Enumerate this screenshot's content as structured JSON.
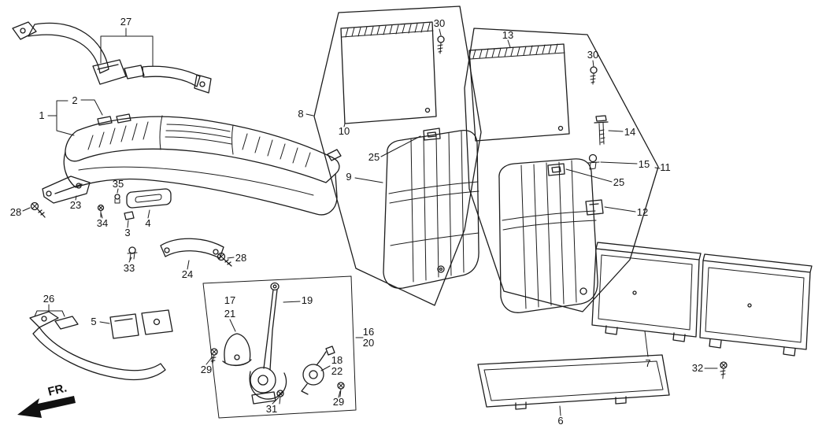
{
  "diagram": {
    "direction_label": "FR.",
    "ink_color": "#1c1c1c",
    "paper_color": "#ffffff",
    "callouts": [
      {
        "label": "27"
      },
      {
        "label": "30"
      },
      {
        "label": "13"
      },
      {
        "label": "30"
      },
      {
        "label": "2"
      },
      {
        "label": "1"
      },
      {
        "label": "8"
      },
      {
        "label": "10"
      },
      {
        "label": "14"
      },
      {
        "label": "15"
      },
      {
        "label": "11"
      },
      {
        "label": "25"
      },
      {
        "label": "9"
      },
      {
        "label": "25"
      },
      {
        "label": "12"
      },
      {
        "label": "28"
      },
      {
        "label": "23"
      },
      {
        "label": "35"
      },
      {
        "label": "34"
      },
      {
        "label": "3"
      },
      {
        "label": "4"
      },
      {
        "label": "33"
      },
      {
        "label": "24"
      },
      {
        "label": "28"
      },
      {
        "label": "26"
      },
      {
        "label": "5"
      },
      {
        "label": "17"
      },
      {
        "label": "21"
      },
      {
        "label": "19"
      },
      {
        "label": "16"
      },
      {
        "label": "20"
      },
      {
        "label": "18"
      },
      {
        "label": "22"
      },
      {
        "label": "29"
      },
      {
        "label": "31"
      },
      {
        "label": "29"
      },
      {
        "label": "7"
      },
      {
        "label": "32"
      },
      {
        "label": "6"
      }
    ]
  }
}
